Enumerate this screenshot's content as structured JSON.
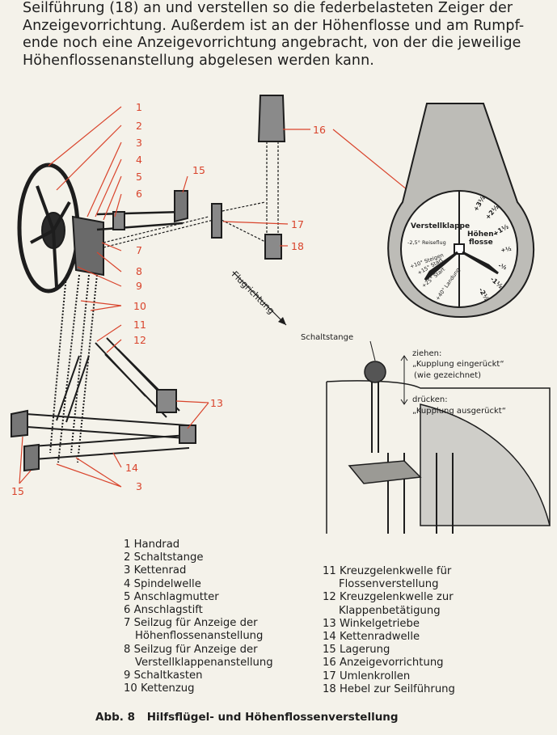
{
  "intro_lines": [
    "Seilführung (18) an und verstellen so die federbelasteten Zeiger der",
    "Anzeigevorrichtung. Außerdem ist an der Höhenflosse und am Rumpf-",
    "ende noch eine Anzeigevorrichtung angebracht, von der die jeweilige",
    "Höhenflossenanstellung abgelesen werden kann."
  ],
  "callouts": {
    "n1": "1",
    "n2": "2",
    "n3": "3",
    "n4": "4",
    "n5": "5",
    "n6": "6",
    "n7": "7",
    "n8": "8",
    "n9": "9",
    "n10": "10",
    "n11": "11",
    "n12": "12",
    "n13": "13",
    "n14": "14",
    "n15a": "15",
    "n15b": "15",
    "n16": "16",
    "n17": "17",
    "n18": "18",
    "n3b": "3"
  },
  "flight_direction": "Flugrichtung",
  "dial": {
    "left_title": "Verstellklappe",
    "right_title_1": "Höhen-",
    "right_title_2": "flosse",
    "left_marks": [
      "-2,5° Reiseflug",
      "+10° Steigen",
      "+15° Start",
      "+25° Start",
      "+40° Landung"
    ],
    "right_marks": [
      "+3½",
      "+2½",
      "+1½",
      "+½",
      "-½",
      "-1½",
      "-2½"
    ]
  },
  "switch_rod": {
    "label": "Schaltstange",
    "pull": "ziehen:",
    "pull_desc_1": "„Kupplung eingerückt“",
    "pull_desc_2": "(wie gezeichnet)",
    "push": "drücken:",
    "push_desc": "„Kupplung ausgerückt“"
  },
  "legend_left": [
    "1 Handrad",
    "2 Schaltstange",
    "3 Kettenrad",
    "4 Spindelwelle",
    "5 Anschlagmutter",
    "6 Anschlagstift",
    "7 Seilzug für Anzeige der",
    "   Höhenflossenanstellung",
    "8 Seilzug für Anzeige der",
    "   Verstellklappenanstellung",
    "9 Schaltkasten",
    "10 Kettenzug"
  ],
  "legend_right": [
    "11 Kreuzgelenkwelle für",
    "     Flossenverstellung",
    "12 Kreuzgelenkwelle zur",
    "     Klappenbetätigung",
    "13 Winkelgetriebe",
    "14 Kettenradwelle",
    "15 Lagerung",
    "16 Anzeigevorrichtung",
    "17 Umlenkrollen",
    "18 Hebel zur Seilführung"
  ],
  "caption": {
    "number": "Abb. 8",
    "title": "Hilfsflügel- und Höhenflossenverstellung"
  },
  "colors": {
    "callout_red": "#d9442c",
    "ink": "#1d1d1d",
    "paper": "#f4f2ea"
  }
}
